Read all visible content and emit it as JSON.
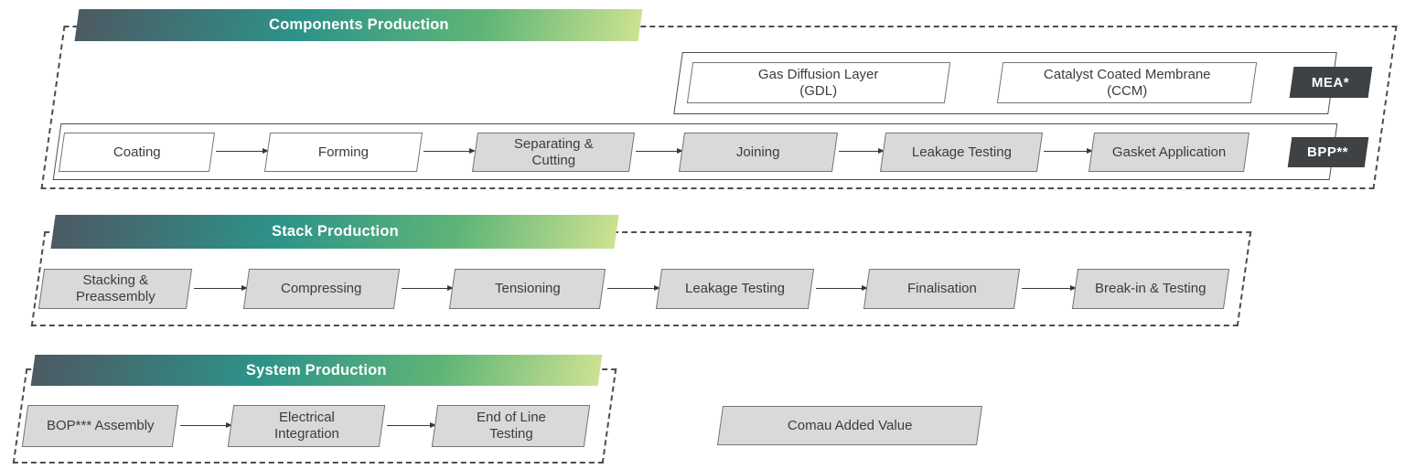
{
  "colors": {
    "gradient_start": "#4d5963",
    "gradient_teal": "#2d9389",
    "gradient_green": "#5fb577",
    "gradient_end": "#cde291",
    "box_white": "#ffffff",
    "box_gray": "#d9d9d9",
    "tag_dark": "#3f4245",
    "box_border": "#757575",
    "dash_border": "#4d4d4d",
    "text": "#3c3c3c"
  },
  "sections": [
    {
      "title": "Components Production",
      "mea_row": {
        "tag": "MEA*",
        "boxes": [
          {
            "lines": [
              "Gas Diffusion Layer",
              "(GDL)"
            ],
            "style": "white"
          },
          {
            "lines": [
              "Catalyst Coated Membrane",
              "(CCM)"
            ],
            "style": "white"
          }
        ]
      },
      "bpp_row": {
        "tag": "BPP**",
        "boxes": [
          {
            "lines": [
              "Coating"
            ],
            "style": "white"
          },
          {
            "lines": [
              "Forming"
            ],
            "style": "white"
          },
          {
            "lines": [
              "Separating &",
              "Cutting"
            ],
            "style": "gray"
          },
          {
            "lines": [
              "Joining"
            ],
            "style": "gray"
          },
          {
            "lines": [
              "Leakage Testing"
            ],
            "style": "gray"
          },
          {
            "lines": [
              "Gasket Application"
            ],
            "style": "gray"
          }
        ]
      }
    },
    {
      "title": "Stack Production",
      "boxes": [
        {
          "lines": [
            "Stacking &",
            "Preassembly"
          ],
          "style": "gray"
        },
        {
          "lines": [
            "Compressing"
          ],
          "style": "gray"
        },
        {
          "lines": [
            "Tensioning"
          ],
          "style": "gray"
        },
        {
          "lines": [
            "Leakage Testing"
          ],
          "style": "gray"
        },
        {
          "lines": [
            "Finalisation"
          ],
          "style": "gray"
        },
        {
          "lines": [
            "Break-in & Testing"
          ],
          "style": "gray"
        }
      ]
    },
    {
      "title": "System Production",
      "boxes": [
        {
          "lines": [
            "BOP*** Assembly"
          ],
          "style": "gray"
        },
        {
          "lines": [
            "Electrical",
            "Integration"
          ],
          "style": "gray"
        },
        {
          "lines": [
            "End of Line",
            "Testing"
          ],
          "style": "gray"
        }
      ]
    }
  ],
  "legend": {
    "label": "Comau Added Value"
  }
}
